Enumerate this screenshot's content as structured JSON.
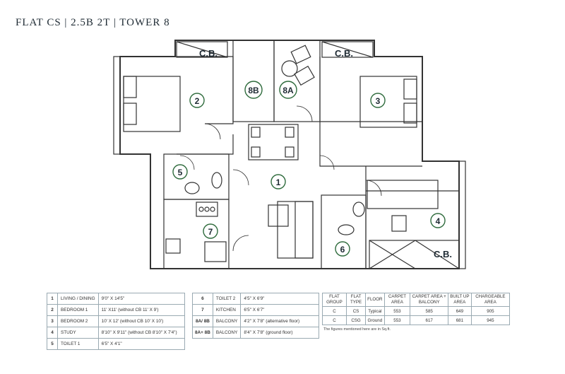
{
  "title": "FLAT CS | 2.5B 2T | TOWER 8",
  "plan_labels": {
    "cb_top_left": "C.B.",
    "cb_top_right": "C.B.",
    "cb_bottom_right": "C.B.",
    "room_1": "1",
    "room_2": "2",
    "room_3": "3",
    "room_4": "4",
    "room_5": "5",
    "room_6": "6",
    "room_7": "7",
    "room_8a": "8A",
    "room_8b": "8B"
  },
  "room_table_left": [
    {
      "no": "1",
      "name": "LIVING / DINING",
      "size": "9'0\" X 14'5\""
    },
    {
      "no": "2",
      "name": "BEDROOM 1",
      "size": "11' X11' (without CB 11' X 9')"
    },
    {
      "no": "3",
      "name": "BEDROOM 2",
      "size": "10' X 12' (without CB 10' X 10')"
    },
    {
      "no": "4",
      "name": "STUDY",
      "size": "8'10\" X 9'11\" (without CB 8'10\" X 7'4\")"
    },
    {
      "no": "5",
      "name": "TOILET 1",
      "size": "6'5\" X 4'1\""
    }
  ],
  "room_table_right": [
    {
      "no": "6",
      "name": "TOILET 2",
      "size": "4'5\" X 6'9\""
    },
    {
      "no": "7",
      "name": "KITCHEN",
      "size": "6'5\" X 6'7\""
    },
    {
      "no": "8A/ 8B",
      "name": "BALCONY",
      "size": "4'2\" X 7'8\" (alternative floor)"
    },
    {
      "no": "8A+ 8B",
      "name": "BALCONY",
      "size": "8'4\" X 7'8\" (ground floor)"
    }
  ],
  "area_table": {
    "headers": [
      "FLAT GROUP",
      "FLAT TYPE",
      "FLOOR",
      "CARPET AREA",
      "CARPET AREA + BALCONY",
      "BUILT UP AREA",
      "CHARGEABLE AREA"
    ],
    "rows": [
      [
        "C",
        "CS",
        "Typical",
        "553",
        "585",
        "649",
        "905"
      ],
      [
        "C",
        "CSG",
        "Ground",
        "553",
        "617",
        "681",
        "945"
      ]
    ]
  },
  "note": "The figures mentioned here are in Sq.ft."
}
